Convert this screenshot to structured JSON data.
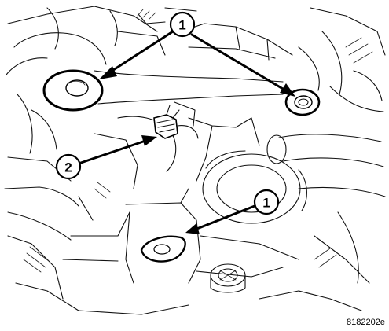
{
  "callouts": [
    {
      "label": "1"
    },
    {
      "label": "2"
    },
    {
      "label": "1"
    }
  ],
  "figure_id": "8182202e"
}
